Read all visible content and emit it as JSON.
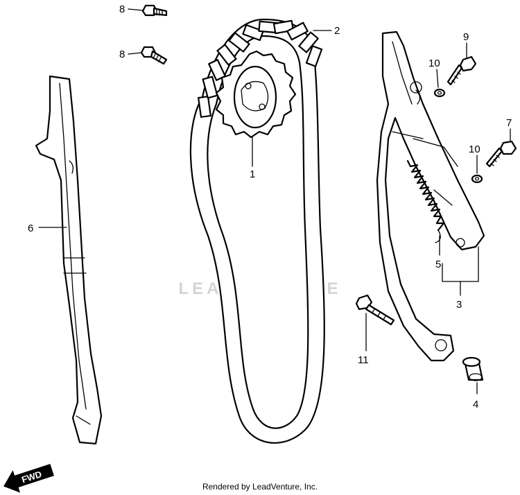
{
  "callouts": {
    "c1": "1",
    "c2": "2",
    "c3": "3",
    "c4": "4",
    "c5": "5",
    "c6": "6",
    "c7": "7",
    "c8a": "8",
    "c8b": "8",
    "c9": "9",
    "c10a": "10",
    "c10b": "10",
    "c11": "11"
  },
  "direction_label": "FWD",
  "watermark": "LEADVENTURE",
  "footer": "Rendered by LeadVenture, Inc."
}
